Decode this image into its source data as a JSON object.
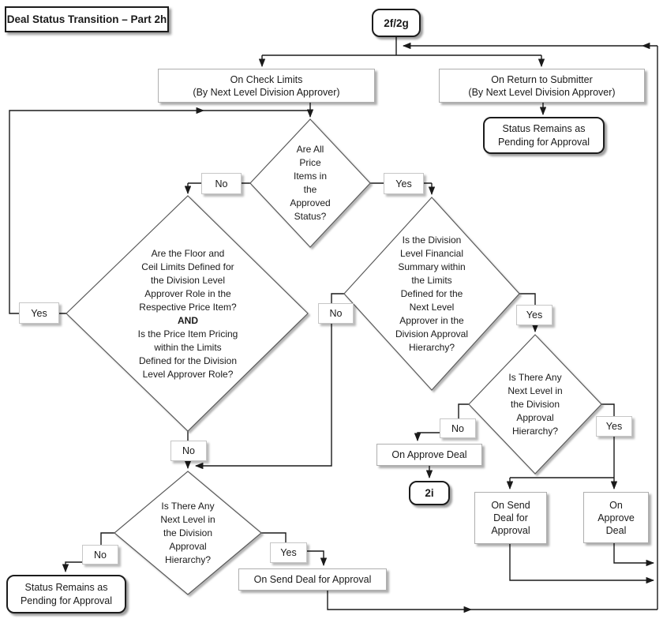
{
  "title": "Deal Status Transition – Part 2h",
  "nodes": {
    "start_ref": "2f/2g",
    "end_ref": "2i",
    "on_check_limits": "On Check Limits\n(By Next Level Division Approver)",
    "on_return_to_submitter": "On Return to Submitter\n(By Next Level Division Approver)",
    "status_remains_top": "Status Remains as\nPending for Approval",
    "status_remains_bottom": "Status Remains as\nPending for Approval",
    "on_approve_deal": "On Approve Deal",
    "on_send_deal_for_approval": "On Send Deal for Approval",
    "on_send_deal_right": "On Send\nDeal for\nApproval",
    "on_approve_deal_right": "On\nApprove\nDeal"
  },
  "decisions": {
    "all_price_items_approved": "Are All\nPrice\nItems in\nthe\nApproved\nStatus?",
    "floor_ceil_part1": "Are the Floor and\nCeil Limits Defined for\nthe Division Level\nApprover Role in the\nRespective Price Item?",
    "floor_ceil_and": "AND",
    "floor_ceil_part2": "Is the Price Item Pricing\nwithin the Limits\nDefined for the Division\nLevel Approver Role?",
    "financial_summary_within_limits": "Is the Division\nLevel Financial\nSummary within\nthe Limits\nDefined for the\nNext Level\nApprover in the\nDivision Approval\nHierarchy?",
    "next_level_right": "Is There Any\nNext Level in\nthe Division\nApproval\nHierarchy?",
    "next_level_bottom": "Is There Any\nNext Level in\nthe Division\nApproval\nHierarchy?"
  },
  "branch_labels": {
    "yes": "Yes",
    "no": "No"
  }
}
